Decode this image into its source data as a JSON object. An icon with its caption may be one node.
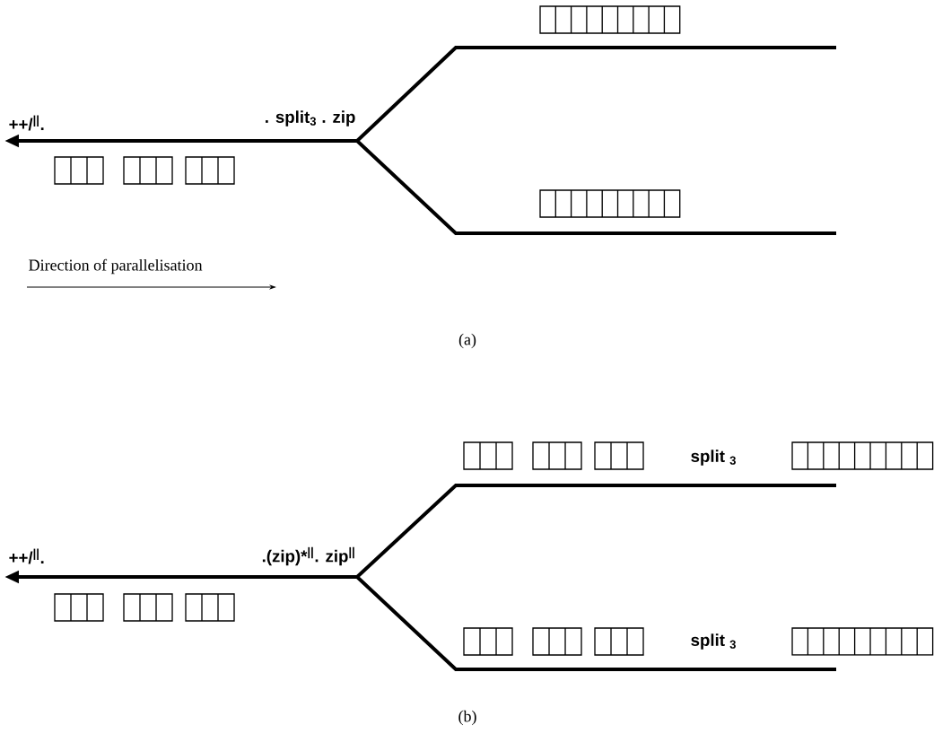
{
  "diagram": {
    "labels": [
      "++/$^{||}$.",
      ". split$_{3}$ . zip",
      "Direction of parallelisation",
      "(a)",
      "split $_{3}$",
      "++/$^{||}$.",
      ".(zip)*$^{||}$. zip$^{||}$",
      "split $_{3}$",
      "(b)"
    ]
  }
}
